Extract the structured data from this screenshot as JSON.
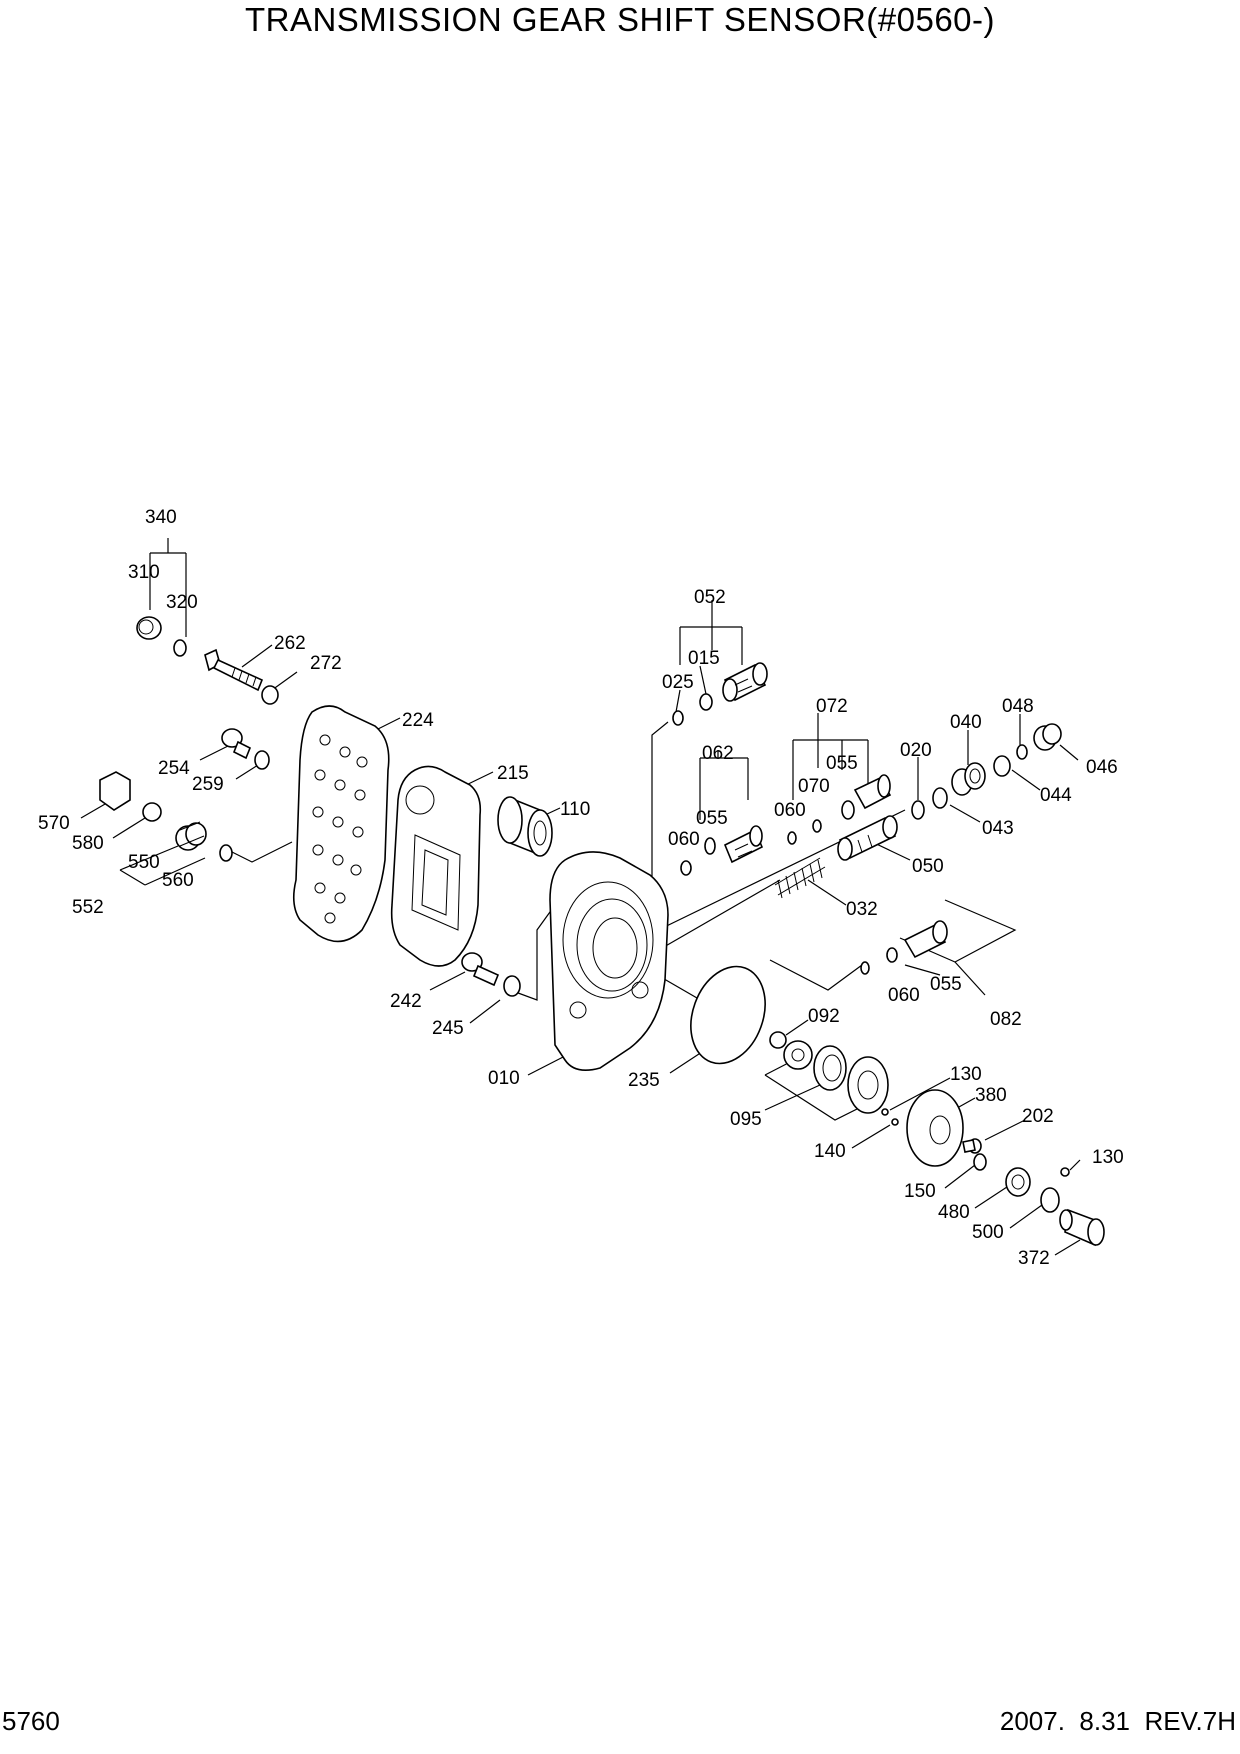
{
  "header": {
    "title": "TRANSMISSION GEAR SHIFT SENSOR(#0560-)"
  },
  "footer": {
    "page_number": "5760",
    "revision": "2007.  8.31  REV.7H"
  },
  "callouts": [
    {
      "id": "340",
      "label": "340"
    },
    {
      "id": "310",
      "label": "310"
    },
    {
      "id": "320",
      "label": "320"
    },
    {
      "id": "262",
      "label": "262"
    },
    {
      "id": "272",
      "label": "272"
    },
    {
      "id": "224",
      "label": "224"
    },
    {
      "id": "254",
      "label": "254"
    },
    {
      "id": "259",
      "label": "259"
    },
    {
      "id": "570",
      "label": "570"
    },
    {
      "id": "580",
      "label": "580"
    },
    {
      "id": "550",
      "label": "550"
    },
    {
      "id": "560",
      "label": "560"
    },
    {
      "id": "552",
      "label": "552"
    },
    {
      "id": "215",
      "label": "215"
    },
    {
      "id": "110",
      "label": "110"
    },
    {
      "id": "052",
      "label": "052"
    },
    {
      "id": "015",
      "label": "015"
    },
    {
      "id": "025",
      "label": "025"
    },
    {
      "id": "062",
      "label": "062"
    },
    {
      "id": "055a",
      "label": "055"
    },
    {
      "id": "060a",
      "label": "060"
    },
    {
      "id": "072",
      "label": "072"
    },
    {
      "id": "070",
      "label": "070"
    },
    {
      "id": "055b",
      "label": "055"
    },
    {
      "id": "060b",
      "label": "060"
    },
    {
      "id": "020",
      "label": "020"
    },
    {
      "id": "040",
      "label": "040"
    },
    {
      "id": "048",
      "label": "048"
    },
    {
      "id": "046",
      "label": "046"
    },
    {
      "id": "044",
      "label": "044"
    },
    {
      "id": "043",
      "label": "043"
    },
    {
      "id": "050",
      "label": "050"
    },
    {
      "id": "032",
      "label": "032"
    },
    {
      "id": "055c",
      "label": "055"
    },
    {
      "id": "060c",
      "label": "060"
    },
    {
      "id": "082",
      "label": "082"
    },
    {
      "id": "242",
      "label": "242"
    },
    {
      "id": "245",
      "label": "245"
    },
    {
      "id": "010",
      "label": "010"
    },
    {
      "id": "235",
      "label": "235"
    },
    {
      "id": "092",
      "label": "092"
    },
    {
      "id": "095",
      "label": "095"
    },
    {
      "id": "130a",
      "label": "130"
    },
    {
      "id": "380",
      "label": "380"
    },
    {
      "id": "140",
      "label": "140"
    },
    {
      "id": "202",
      "label": "202"
    },
    {
      "id": "150",
      "label": "150"
    },
    {
      "id": "130b",
      "label": "130"
    },
    {
      "id": "480",
      "label": "480"
    },
    {
      "id": "500",
      "label": "500"
    },
    {
      "id": "372",
      "label": "372"
    }
  ]
}
